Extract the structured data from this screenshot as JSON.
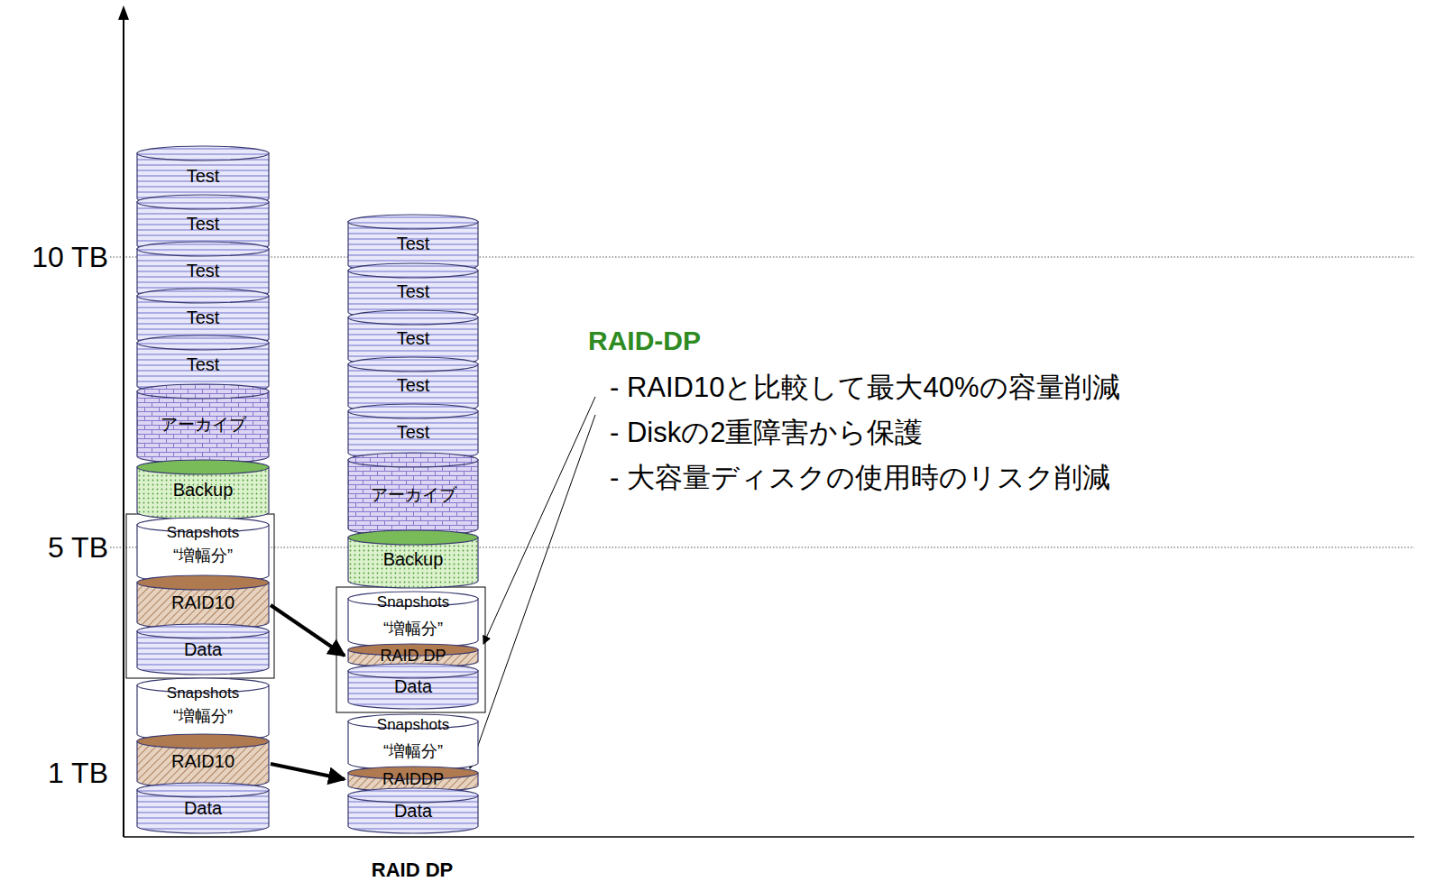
{
  "diagram": {
    "nodes": [
      {
        "text": [
          "Test"
        ]
      },
      {
        "text": [
          "Test"
        ]
      },
      {
        "text": [
          "Test"
        ]
      },
      {
        "text": [
          "Test"
        ]
      },
      {
        "text": [
          "Test"
        ]
      },
      {
        "text": [
          "アーカイブ"
        ]
      },
      {
        "text": [
          "Backup"
        ]
      },
      {
        "text": [
          "Snapshots",
          "“増幅分”"
        ]
      },
      {
        "text": [
          "RAID10"
        ]
      },
      {
        "text": [
          "Data"
        ]
      },
      {
        "text": [
          "Snapshots",
          "“増幅分”"
        ]
      },
      {
        "text": [
          "RAID10"
        ]
      },
      {
        "text": [
          "Data"
        ]
      },
      {
        "text": [
          "Test"
        ]
      },
      {
        "text": [
          "Test"
        ]
      },
      {
        "text": [
          "Test"
        ]
      },
      {
        "text": [
          "Test"
        ]
      },
      {
        "text": [
          "Test"
        ]
      },
      {
        "text": [
          "アーカイブ"
        ]
      },
      {
        "text": [
          "Backup"
        ]
      },
      {
        "text": [
          "Snapshots",
          "“増幅分”"
        ]
      },
      {
        "text": [
          "RAID DP"
        ]
      },
      {
        "text": [
          "Data"
        ]
      },
      {
        "text": [
          "Snapshots",
          "“増幅分”"
        ]
      },
      {
        "text": [
          "RAIDDP"
        ]
      },
      {
        "text": [
          "Data"
        ]
      }
    ],
    "edges": [
      {
        "from": 8,
        "to": 21,
        "arrow": "to"
      },
      {
        "from": 11,
        "to": 24,
        "arrow": "to"
      }
    ],
    "labels": [
      "10 TB",
      "5 TB",
      "1 TB",
      "RAID-DP",
      "- RAID10と比較して最大40%の容量削減",
      "- Diskの2重障害から保護",
      "- 大容量ディスクの使用時のリスク削減",
      "RAID DP"
    ]
  }
}
